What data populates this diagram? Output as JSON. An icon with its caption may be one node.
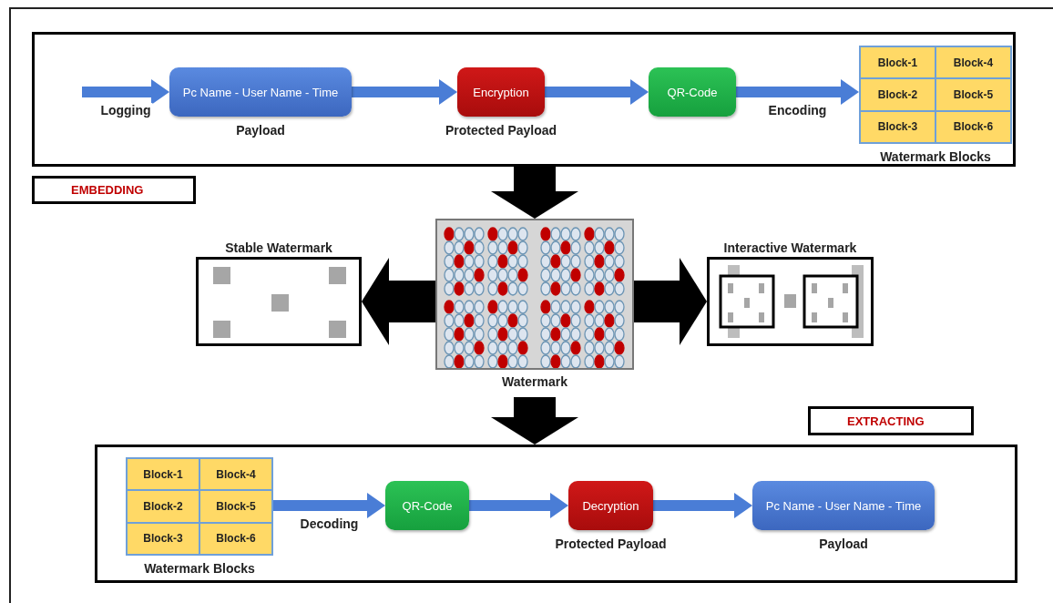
{
  "diagram": {
    "nodes": [
      {
        "text": [],
        "shape": "box"
      },
      {
        "text": [
          "Pc Name - User Name - Time"
        ],
        "in": 0,
        "beside": [
          "Payload"
        ]
      },
      {
        "text": [
          "Encryption"
        ],
        "in": 0,
        "beside": [
          "Protected Payload"
        ]
      },
      {
        "text": [
          "QR-Code"
        ],
        "in": 0
      },
      {
        "text": [],
        "shape": "box",
        "in": 0,
        "beside": [
          "Watermark Blocks"
        ]
      },
      {
        "text": [
          "Block-1"
        ],
        "in": 4
      },
      {
        "text": [
          "Block-4"
        ],
        "in": 4
      },
      {
        "text": [
          "Block-2"
        ],
        "in": 4
      },
      {
        "text": [
          "Block-5"
        ],
        "in": 4
      },
      {
        "text": [
          "Block-3"
        ],
        "in": 4
      },
      {
        "text": [
          "Block-6"
        ],
        "in": 4
      },
      {
        "text": [
          "EMBEDDING"
        ]
      },
      {
        "text": [
          "Stable Watermark"
        ]
      },
      {
        "text": [],
        "shape": "picture",
        "beside": [
          "Watermark"
        ]
      },
      {
        "text": [
          "Interactive Watermark"
        ]
      },
      {
        "text": [
          "EXTRACTING"
        ]
      },
      {
        "text": [],
        "shape": "box"
      },
      {
        "text": [],
        "shape": "box",
        "in": 16,
        "beside": [
          "Watermark Blocks"
        ]
      },
      {
        "text": [
          "Block-1"
        ],
        "in": 17
      },
      {
        "text": [
          "Block-4"
        ],
        "in": 17
      },
      {
        "text": [
          "Block-2"
        ],
        "in": 17
      },
      {
        "text": [
          "Block-5"
        ],
        "in": 17
      },
      {
        "text": [
          "Block-3"
        ],
        "in": 17
      },
      {
        "text": [
          "Block-6"
        ],
        "in": 17
      },
      {
        "text": [
          "QR-Code"
        ],
        "in": 16
      },
      {
        "text": [
          "Decryption"
        ],
        "in": 16,
        "beside": [
          "Protected Payload"
        ]
      },
      {
        "text": [
          "Pc Name - User Name - Time"
        ],
        "in": 16,
        "beside": [
          "Payload"
        ]
      }
    ],
    "edges": [
      {
        "from": null,
        "to": 1,
        "arrow": "to",
        "label": "Logging"
      },
      {
        "from": 1,
        "to": 2,
        "arrow": "to"
      },
      {
        "from": 2,
        "to": 3,
        "arrow": "to"
      },
      {
        "from": 3,
        "to": 4,
        "arrow": "to",
        "label": "Encoding"
      },
      {
        "from": 0,
        "to": 13,
        "arrow": "to",
        "style": "thick",
        "color": "#000000"
      },
      {
        "from": 13,
        "to": 12,
        "arrow": "to",
        "style": "thick",
        "color": "#000000"
      },
      {
        "from": 13,
        "to": 14,
        "arrow": "to",
        "style": "thick",
        "color": "#000000"
      },
      {
        "from": 13,
        "to": 16,
        "arrow": "to",
        "style": "thick",
        "color": "#000000"
      },
      {
        "from": 17,
        "to": 24,
        "arrow": "to",
        "label": "Decoding"
      },
      {
        "from": 24,
        "to": 25,
        "arrow": "to"
      },
      {
        "from": 25,
        "to": 26,
        "arrow": "to"
      }
    ]
  }
}
